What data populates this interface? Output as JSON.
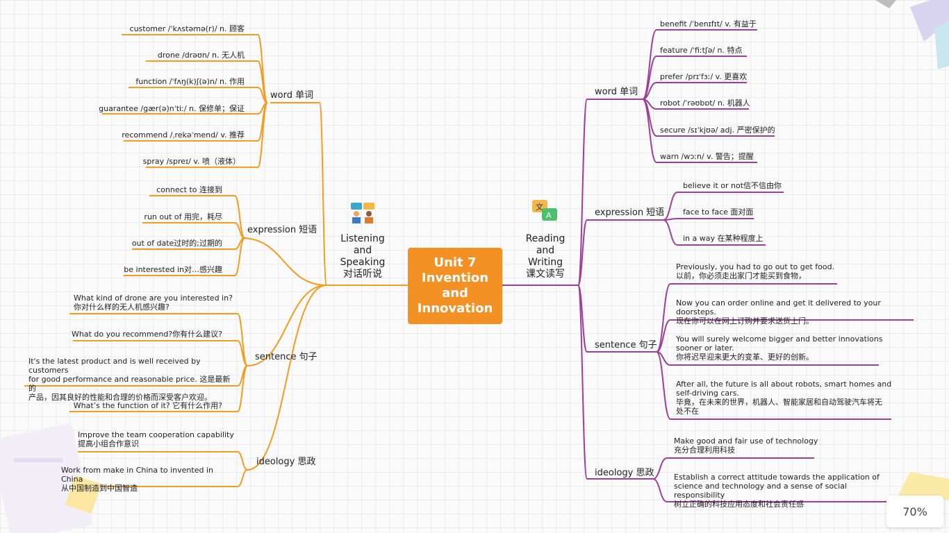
{
  "center": {
    "title": "Unit 7\nInvention\nand\nInnovation"
  },
  "left": {
    "title": "Listening\nand\nSpeaking\n对话听说",
    "icon": "people-talking-icon",
    "branches": [
      {
        "label": "word 单词",
        "items": [
          "customer /ˈkʌstəmə(r)/ n. 顾客",
          "drone /drəʊn/ n. 无人机",
          "function /ˈfʌŋ(k)ʃ(ə)n/ n. 作用",
          "guarantee /ɡær(ə)nˈtiː/ n. 保修单；保证",
          "recommend /ˌrekəˈmend/ v. 推荐",
          "spray /spreɪ/ v. 喷（液体）"
        ]
      },
      {
        "label": "expression 短语",
        "items": [
          "connect to 连接到",
          "run out of 用完，耗尽",
          "out of date过时的;过期的",
          "be interested in对…感兴趣"
        ]
      },
      {
        "label": "sentence 句子",
        "items": [
          "What kind of drone are you interested in?\n你对什么样的无人机感兴趣?",
          "What do you recommend?你有什么建议?",
          "It's the latest product and is well received by customers\nfor good performance and reasonable price. 这是最新的\n产品，因其良好的性能和合理的价格而深受客户欢迎。",
          "What’s the function of it? 它有什么作用?"
        ]
      },
      {
        "label": "ideology 思政",
        "items": [
          "Improve the team cooperation capability\n提高小组合作意识",
          "Work from make in China to invented in China\n从中国制造到中国智造"
        ]
      }
    ]
  },
  "right": {
    "title": "Reading\nand\nWriting\n课文读写",
    "icon": "translate-icon",
    "branches": [
      {
        "label": "word 单词",
        "items": [
          "benefit /ˈbenɪfɪt/ v. 有益于",
          "feature /ˈfiːtʃə/ n. 特点",
          "prefer /prɪˈfɜː/ v. 更喜欢",
          "robot /ˈrəʊbɒt/ n. 机器人",
          "secure /sɪˈkjʊə/ adj. 严密保护的",
          "warn /wɔːn/ v. 警告；提醒"
        ]
      },
      {
        "label": "expression 短语",
        "items": [
          "believe it or not信不信由你",
          "face to face 面对面",
          "in a way 在某种程度上"
        ]
      },
      {
        "label": "sentence 句子",
        "items": [
          "Previously, you had to go out to get food.\n以前，你必须走出家门才能买到食物，",
          "Now you can order online and get it delivered to your doorsteps.\n现在你可以在网上订购并要求送货上门。",
          "You will surely welcome bigger and better innovations\nsooner or later.\n你将迟早迎来更大的变革、更好的创新。",
          "After all, the future is all about robots, smart homes and\nself-driving cars.\n毕竟，在未来的世界，机器人、智能家居和自动驾驶汽车将无\n处不在"
        ]
      },
      {
        "label": "ideology 思政",
        "items": [
          "Make good and fair use of technology\n充分合理利用科技",
          "Establish a correct attitude towards the application of\nscience and technology and a sense of social responsibility\n树立正确的科技应用态度和社会责任感"
        ]
      }
    ]
  },
  "zoom": "70%",
  "colors": {
    "center": "#f39125",
    "left_line": "#f39c1f",
    "right_line": "#9b3f98"
  }
}
